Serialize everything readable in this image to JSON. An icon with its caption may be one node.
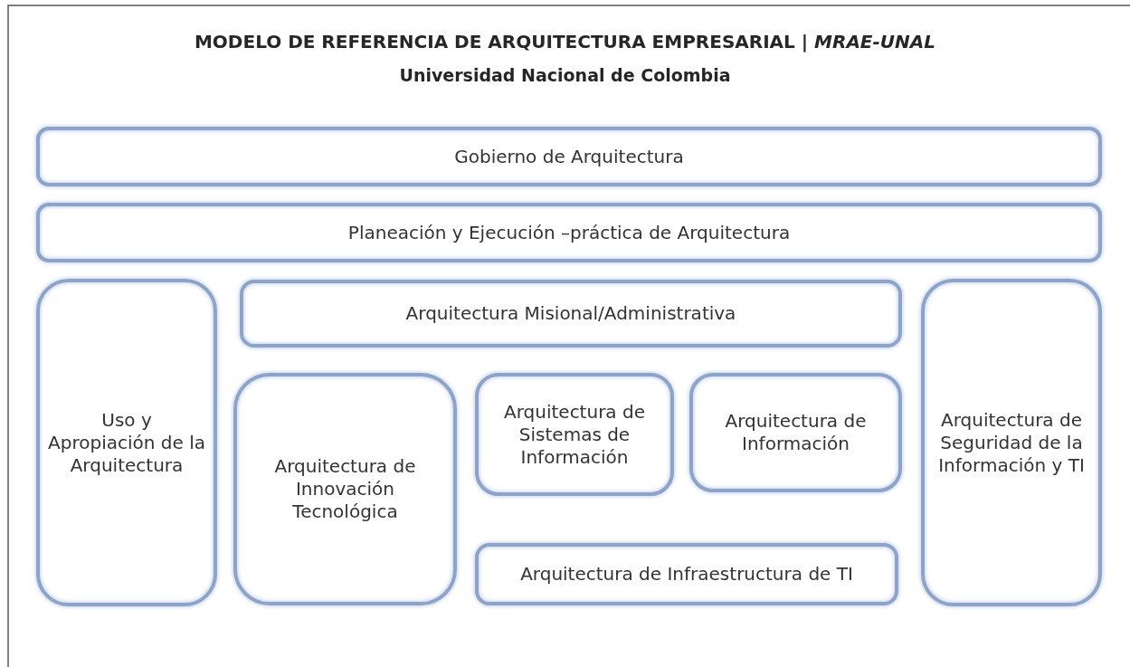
{
  "diagram": {
    "title": "MODELO DE REFERENCIA DE ARQUITECTURA EMPRESARIAL | *MRAE-UNAL*",
    "nodes": [
      {
        "text": [
          "Gobierno de Arquitectura"
        ]
      },
      {
        "text": [
          "Planeación y Ejecución –práctica de Arquitectura"
        ]
      },
      {
        "text": [
          "Uso y Apropiación de la Arquitectura"
        ]
      },
      {
        "text": [
          "Arquitectura Misional/Administrativa"
        ]
      },
      {
        "text": [
          "Arquitectura de Innovación Tecnológica"
        ]
      },
      {
        "text": [
          "Arquitectura de Sistemas de Información"
        ]
      },
      {
        "text": [
          "Arquitectura de Información"
        ]
      },
      {
        "text": [
          "Arquitectura de Infraestructura de TI"
        ]
      },
      {
        "text": [
          "Arquitectura de Seguridad de la Información y TI"
        ]
      }
    ],
    "edges": [],
    "labels": [
      "Universidad Nacional de Colombia"
    ]
  }
}
